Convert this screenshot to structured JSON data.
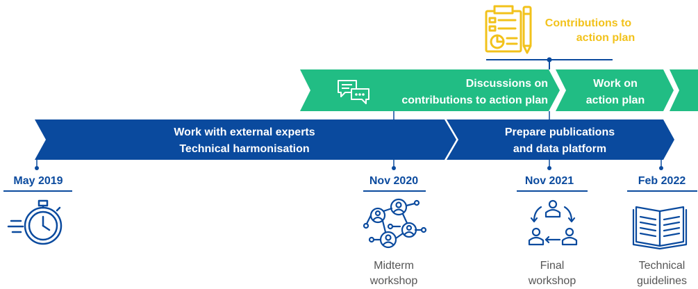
{
  "colors": {
    "navy": "#0a4a9e",
    "green": "#21bd84",
    "gold": "#f2c21b",
    "caption": "#555555",
    "white": "#ffffff"
  },
  "green_band": {
    "label_1a": "Discussions on",
    "label_1b": "contributions to action plan",
    "label_2a": "Work on",
    "label_2b": "action plan",
    "icon": "chat-bubbles-icon"
  },
  "blue_band": {
    "label_1a": "Work with external experts",
    "label_1b": "Technical harmonisation",
    "label_2a": "Prepare publications",
    "label_2b": "and data platform"
  },
  "contributions": {
    "label_a": "Contributions to",
    "label_b": "action plan",
    "icon": "action-plan-clipboard-icon"
  },
  "milestones": [
    {
      "date": "May 2019",
      "icon": "stopwatch-icon",
      "caption_a": "",
      "caption_b": ""
    },
    {
      "date": "Nov 2020",
      "icon": "network-people-icon",
      "caption_a": "Midterm",
      "caption_b": "workshop"
    },
    {
      "date": "Nov 2021",
      "icon": "people-cycle-icon",
      "caption_a": "Final",
      "caption_b": "workshop"
    },
    {
      "date": "Feb 2022",
      "icon": "open-book-icon",
      "caption_a": "Technical",
      "caption_b": "guidelines"
    }
  ]
}
